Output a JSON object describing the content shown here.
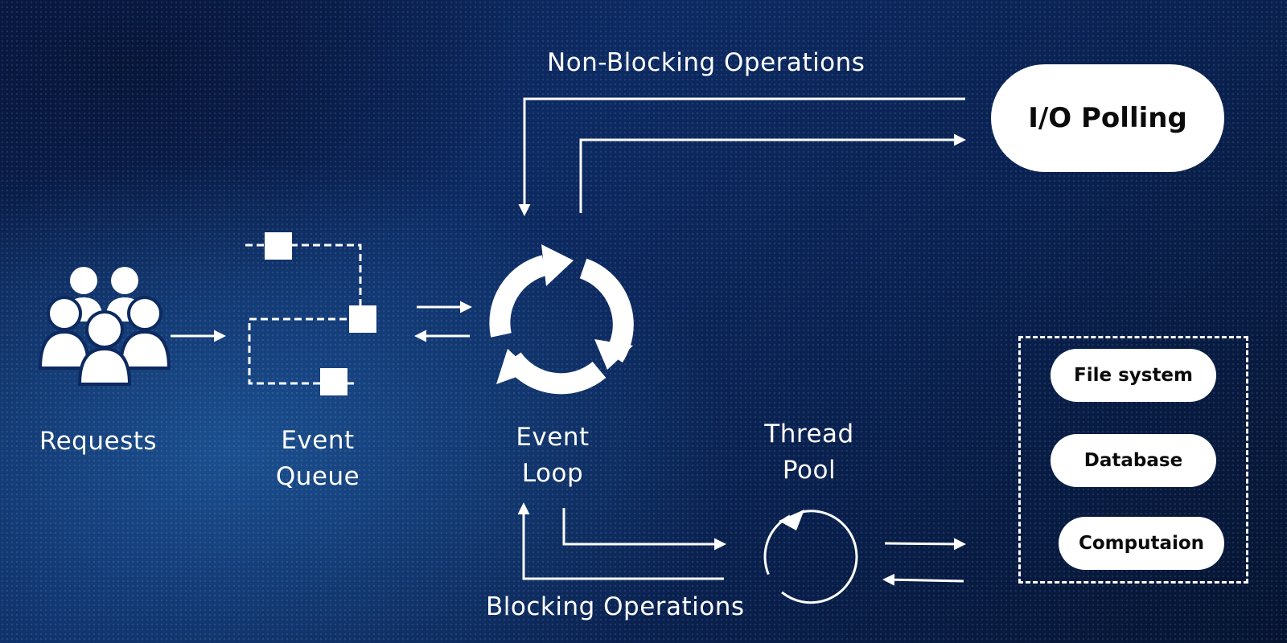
{
  "labels": {
    "non_blocking": "Non-Blocking Operations",
    "blocking": "Blocking Operations",
    "requests": "Requests",
    "event_queue_line1": "Event",
    "event_queue_line2": "Queue",
    "event_loop_line1": "Event",
    "event_loop_line2": "Loop",
    "thread_pool_line1": "Thread",
    "thread_pool_line2": "Pool"
  },
  "io_polling": "I/O Polling",
  "resources": [
    "File system",
    "Database",
    "Computaion"
  ],
  "icons": {
    "requests": "group-of-people-icon",
    "queue": "queue-icon",
    "loop": "cycle-arrows-icon",
    "thread_pool": "refresh-arrow-icon"
  },
  "colors": {
    "background": "#0b2458",
    "foreground": "#ffffff"
  }
}
